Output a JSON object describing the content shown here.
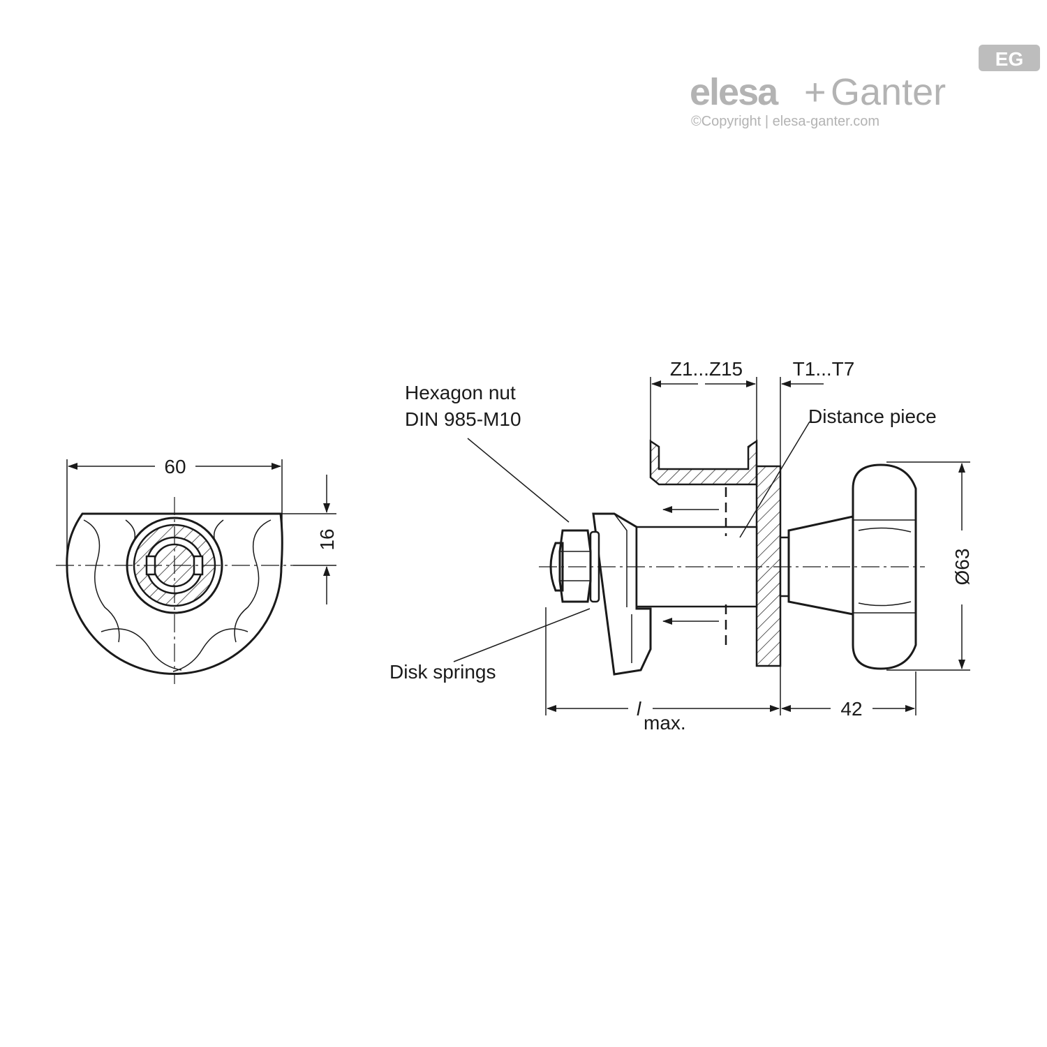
{
  "brand": {
    "name_left": "elesa",
    "plus": "+",
    "name_right": "Ganter",
    "copyright": "©Copyright | elesa-ganter.com",
    "badge": "EG"
  },
  "dimensions": {
    "width": "60",
    "height": "16",
    "z_range": "Z1...Z15",
    "t_range": "T1...T7",
    "diameter": "Ø63",
    "length_l": "l",
    "length_max": "max.",
    "knob_length": "42"
  },
  "labels": {
    "hex_nut_line1": "Hexagon nut",
    "hex_nut_line2": "DIN 985-M10",
    "distance_piece": "Distance piece",
    "disk_springs": "Disk springs"
  }
}
